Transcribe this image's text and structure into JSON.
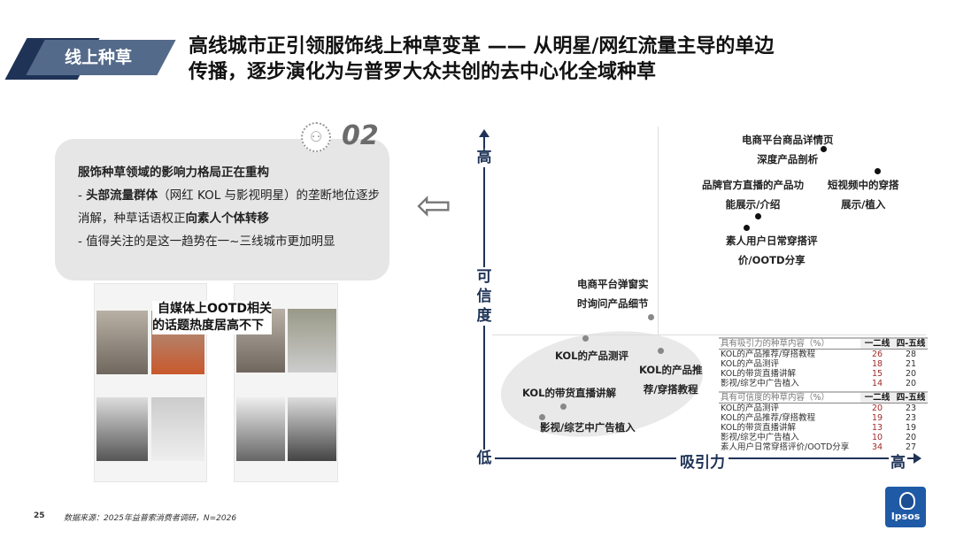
{
  "section_tag": "线上种草",
  "title": {
    "line1": "高线城市正引领服饰线上种草变革 —— 从明星/网红流量主导的单边",
    "line2": "传播，逐步演化为与普罗大众共创的去中心化全域种草"
  },
  "callout": {
    "number": "02",
    "icon": "people-circle-icon",
    "heading": "服饰种草领域的影响力格局正在重构",
    "p1_pre": "- ",
    "p1_bold": "头部流量群体",
    "p1_rest": "（网红 KOL 与影视明星）的垄断地位逐步消解，种草话语权正",
    "p1_bold2": "向素人个体转移",
    "p2": "- 值得关注的是这一趋势在一~三线城市更加明显"
  },
  "screenshots_caption": {
    "line1": "自媒体上OOTD相关",
    "line2": "的话题热度居高不下"
  },
  "chart": {
    "y_axis": {
      "high": "高",
      "label": "可信度",
      "low": "低"
    },
    "x_axis": {
      "label": "吸引力",
      "high": "高"
    },
    "points": {
      "p1": {
        "l1": "电商平台商品详情页",
        "l2": "深度产品剖析"
      },
      "p2": {
        "l1": "短视频中的穿搭",
        "l2": "展示/植入"
      },
      "p3": {
        "l1": "品牌官方直播的产品功",
        "l2": "能展示/介绍"
      },
      "p4": {
        "l1": "素人用户日常穿搭评",
        "l2": "价/OOTD分享"
      },
      "p5": {
        "l1": "电商平台弹窗实",
        "l2": "时询问产品细节"
      },
      "p6": {
        "l1": "KOL的产品测评"
      },
      "p7": {
        "l1": "KOL的产品推",
        "l2": "荐/穿搭教程"
      },
      "p8": {
        "l1": "KOL的带货直播讲解"
      },
      "p9": {
        "l1": "影视/综艺中广告植入"
      }
    }
  },
  "table_attraction": {
    "title": "具有吸引力的种草内容（%）",
    "cols": [
      "一二线",
      "四-五线"
    ],
    "rows": [
      [
        "KOL的产品推荐/穿搭教程",
        "26",
        "28"
      ],
      [
        "KOL的产品测评",
        "18",
        "21"
      ],
      [
        "KOL的带货直播讲解",
        "15",
        "20"
      ],
      [
        "影视/综艺中广告植入",
        "14",
        "20"
      ]
    ]
  },
  "table_credibility": {
    "title": "具有可信度的种草内容（%）",
    "cols": [
      "一二线",
      "四-五线"
    ],
    "rows": [
      [
        "KOL的产品测评",
        "20",
        "23"
      ],
      [
        "KOL的产品推荐/穿搭教程",
        "19",
        "23"
      ],
      [
        "KOL的带货直播讲解",
        "13",
        "19"
      ],
      [
        "影视/综艺中广告植入",
        "10",
        "20"
      ],
      [
        "素人用户日常穿搭评价/OOTD分享",
        "34",
        "27"
      ]
    ]
  },
  "footer": {
    "page": "25",
    "source": "数据来源：2025年益普索消费者调研，N=2026"
  },
  "logo": "Ipsos"
}
